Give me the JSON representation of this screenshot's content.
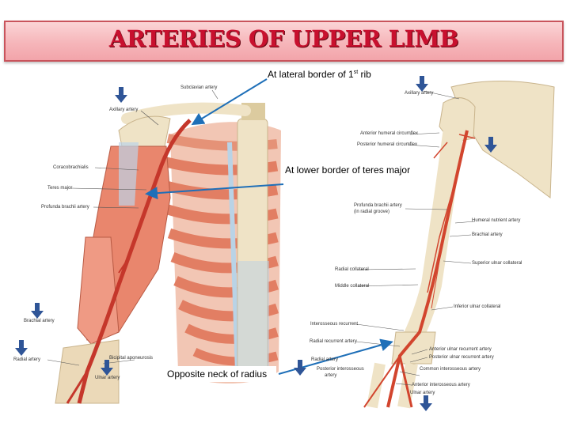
{
  "title": "ARTERIES OF UPPER LIMB",
  "callouts": {
    "lateral_border_main": "At lateral border of 1",
    "lateral_border_sup": "st",
    "lateral_border_end": " rib",
    "teres_major": "At lower border of teres major",
    "neck_radius": "Opposite neck of radius"
  },
  "left_figure_labels": {
    "subclavian": "Subclavian artery",
    "axillary": "Axillary artery",
    "coracobrachialis": "Coracobrachialis",
    "teres_major": "Teres major",
    "profunda_brachii": "Profunda brachii artery",
    "brachial": "Brachial artery",
    "radial": "Radial artery",
    "ulnar": "Ulnar artery",
    "bicipital_aponeurosis": "Bicipital aponeurosis"
  },
  "right_figure_labels": {
    "axillary": "Axillary artery",
    "anterior_humeral": "Anterior humeral circumflex",
    "posterior_humeral": "Posterior humeral circumflex",
    "profunda_line1": "Profunda brachii artery",
    "profunda_line2": "(in radial groove)",
    "humeral_nutrient": "Humeral nutrient artery",
    "brachial": "Brachial artery",
    "superior_ulnar": "Superior ulnar collateral",
    "radial_collateral": "Radial collateral",
    "middle_collateral": "Middle collateral",
    "inferior_ulnar": "Inferior ulnar collateral",
    "interosseous_recurrent": "Interosseous recurrent",
    "radial_recurrent": "Radial recurrent artery",
    "anterior_ulnar_recurrent": "Anterior ulnar recurrent artery",
    "posterior_ulnar_recurrent": "Posterior ulnar recurrent artery",
    "radial": "Radial artery",
    "common_interosseous": "Common interosseous artery",
    "post_interosseous_line1": "Posterior interosseous",
    "post_interosseous_line2": "artery",
    "anterior_interosseous": "Anterior interosseous artery",
    "ulnar": "Ulnar artery"
  },
  "colors": {
    "title_red": "#c8102e",
    "banner_pink": "#f6b6ba",
    "arrow_blue": "#1e6fb8",
    "marker_blue": "#2f5597",
    "artery_red": "#d2452e",
    "muscle": "#e9866d",
    "bone": "#efe3c6"
  }
}
